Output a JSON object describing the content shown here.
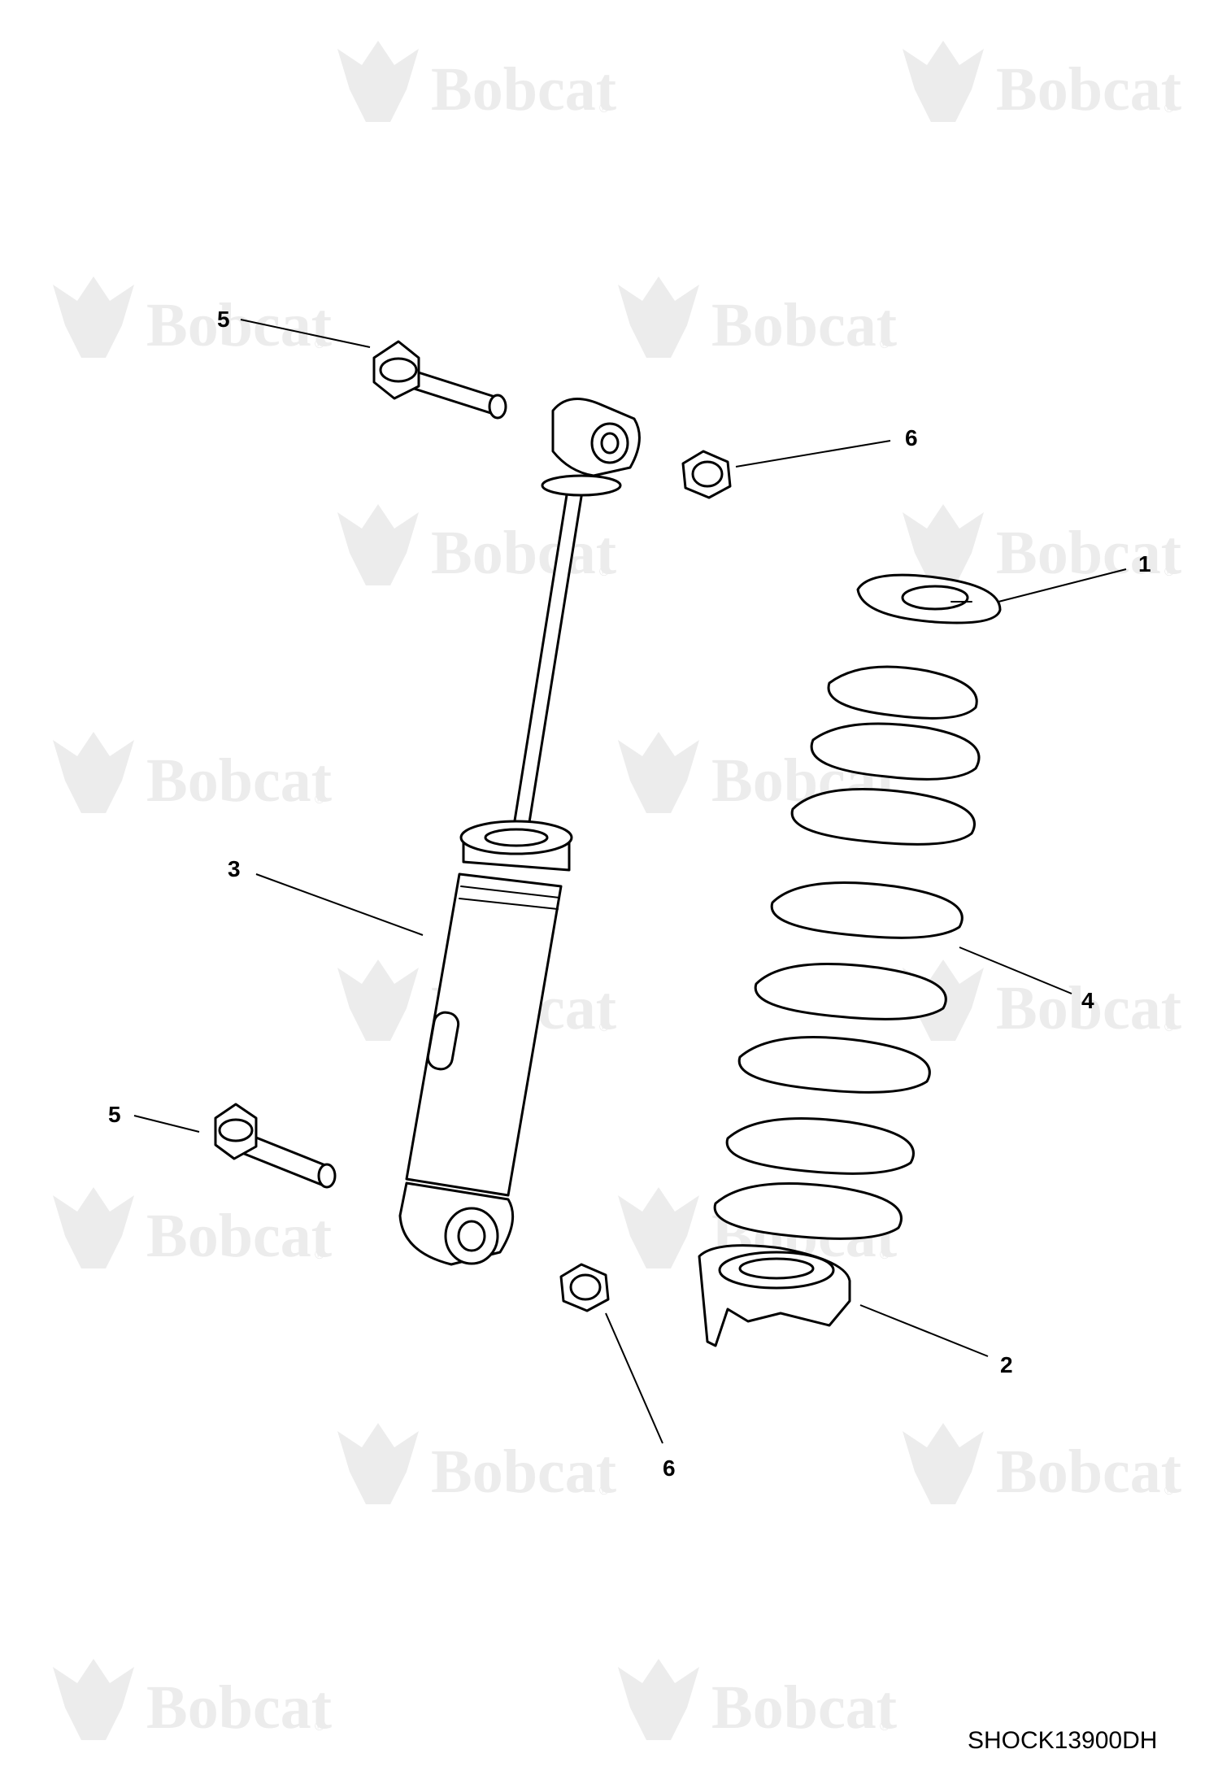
{
  "watermark": {
    "brand": "Bobcat",
    "registered": "®",
    "color": "#ececec",
    "icon": "bobcat-head-logo"
  },
  "callouts": {
    "c1": "1",
    "c2": "2",
    "c3": "3",
    "c4": "4",
    "c5_top": "5",
    "c5_bottom": "5",
    "c6_top": "6",
    "c6_bottom": "6"
  },
  "drawing_code": "SHOCK13900DH"
}
